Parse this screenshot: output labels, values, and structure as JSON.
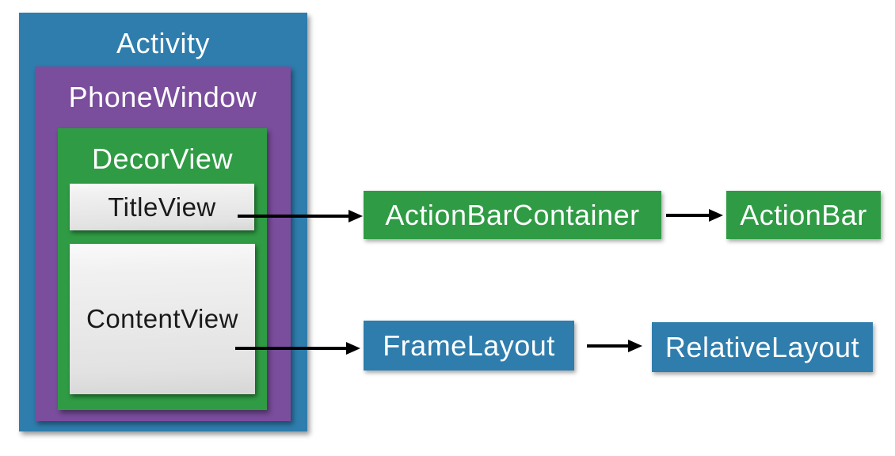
{
  "colors": {
    "background": "#ffffff",
    "blue": "#2e7dad",
    "purple": "#7a4d9d",
    "green": "#2f9b44",
    "arrow_black": "#000000",
    "light_label": "#ffffff",
    "dark_label": "#1a1a1a"
  },
  "diagram": {
    "activity": {
      "label": "Activity",
      "fill": "#2e7dad"
    },
    "phone_window": {
      "label": "PhoneWindow",
      "fill": "#7a4d9d"
    },
    "decor_view": {
      "label": "DecorView",
      "fill": "#2f9b44"
    },
    "title_view": {
      "label": "TitleView"
    },
    "content_view": {
      "label": "ContentView"
    },
    "action_bar_container": {
      "label": "ActionBarContainer",
      "fill": "#2f9b44"
    },
    "action_bar": {
      "label": "ActionBar",
      "fill": "#2f9b44"
    },
    "frame_layout": {
      "label": "FrameLayout",
      "fill": "#2e7dad"
    },
    "relative_layout": {
      "label": "RelativeLayout",
      "fill": "#2e7dad"
    }
  },
  "connections": [
    {
      "from": "TitleView",
      "to": "ActionBarContainer"
    },
    {
      "from": "ActionBarContainer",
      "to": "ActionBar"
    },
    {
      "from": "ContentView",
      "to": "FrameLayout"
    },
    {
      "from": "FrameLayout",
      "to": "RelativeLayout"
    }
  ]
}
